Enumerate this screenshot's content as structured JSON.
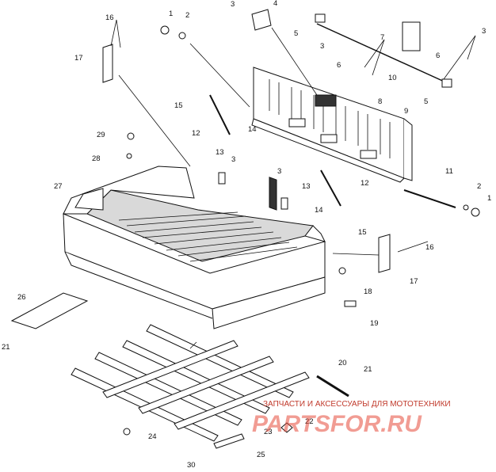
{
  "diagram": {
    "callouts": [
      "1",
      "2",
      "3",
      "4",
      "5",
      "6",
      "7",
      "8",
      "9",
      "10",
      "11",
      "12",
      "13",
      "14",
      "15",
      "16",
      "17",
      "18",
      "19",
      "20",
      "21",
      "22",
      "23",
      "24",
      "25",
      "26",
      "27",
      "28",
      "29",
      "30"
    ]
  },
  "watermark": {
    "tagline": "ЗАПЧАСТИ И АКСЕССУАРЫ ДЛЯ МОТОТЕХНИКИ",
    "brand": "PARTSFOR.RU"
  }
}
